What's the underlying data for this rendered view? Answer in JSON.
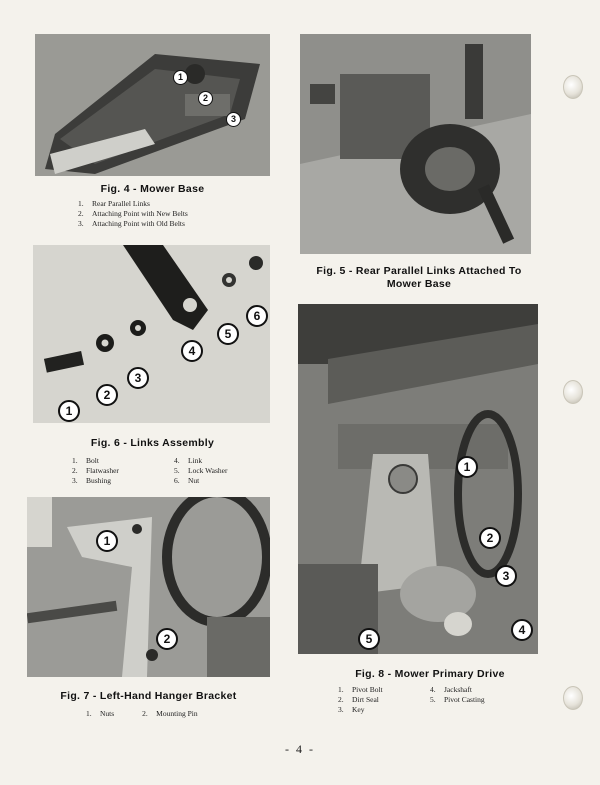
{
  "fig4": {
    "caption": "Fig. 4 - Mower Base",
    "items": [
      {
        "num": "1.",
        "text": "Rear Parallel Links"
      },
      {
        "num": "2.",
        "text": "Attaching Point with New Belts"
      },
      {
        "num": "3.",
        "text": "Attaching Point with Old Belts"
      }
    ],
    "callouts": [
      "1",
      "2",
      "3"
    ]
  },
  "fig5": {
    "caption_line1": "Fig. 5 - Rear Parallel Links Attached To",
    "caption_line2": "Mower Base"
  },
  "fig6": {
    "caption": "Fig. 6 - Links Assembly",
    "items_left": [
      {
        "num": "1.",
        "text": "Bolt"
      },
      {
        "num": "2.",
        "text": "Flatwasher"
      },
      {
        "num": "3.",
        "text": "Bushing"
      }
    ],
    "items_right": [
      {
        "num": "4.",
        "text": "Link"
      },
      {
        "num": "5.",
        "text": "Lock Washer"
      },
      {
        "num": "6.",
        "text": "Nut"
      }
    ],
    "callouts": [
      "1",
      "2",
      "3",
      "4",
      "5",
      "6"
    ]
  },
  "fig7": {
    "caption": "Fig. 7 - Left-Hand Hanger Bracket",
    "items": [
      {
        "num": "1.",
        "text": "Nuts"
      },
      {
        "num": "2.",
        "text": "Mounting Pin"
      }
    ],
    "callouts": [
      "1",
      "2"
    ]
  },
  "fig8": {
    "caption": "Fig. 8 - Mower Primary Drive",
    "items_left": [
      {
        "num": "1.",
        "text": "Pivot Bolt"
      },
      {
        "num": "2.",
        "text": "Dirt Seal"
      },
      {
        "num": "3.",
        "text": "Key"
      }
    ],
    "items_right": [
      {
        "num": "4.",
        "text": "Jackshaft"
      },
      {
        "num": "5.",
        "text": "Pivot Casting"
      }
    ],
    "callouts": [
      "1",
      "2",
      "3",
      "4",
      "5"
    ]
  },
  "page_number": "- 4 -"
}
